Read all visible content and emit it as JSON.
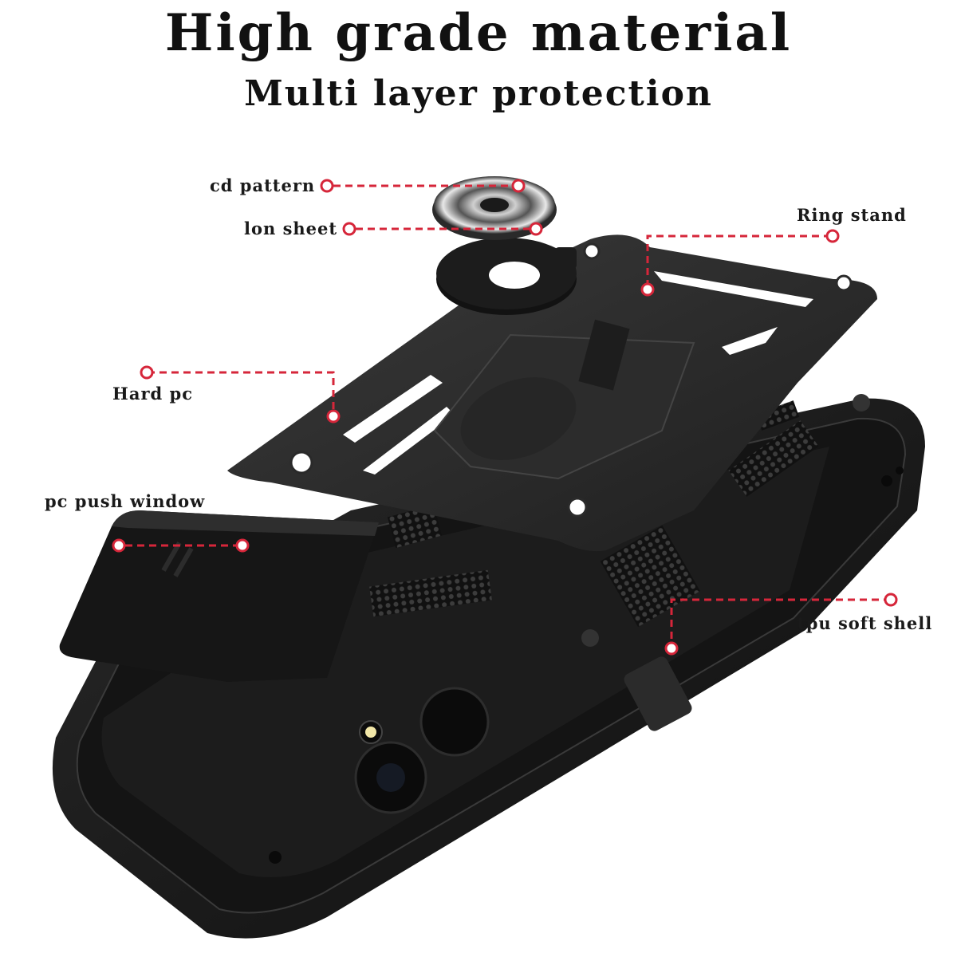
{
  "header": {
    "title": "High grade material",
    "subtitle": "Multi layer protection"
  },
  "callouts": {
    "cd_pattern": "cd pattern",
    "ion_sheet": "lon sheet",
    "ring_stand": "Ring stand",
    "hard_pc": "Hard pc",
    "pc_push_window": "pc push window",
    "tpu_soft_shell": "tpu soft shell"
  },
  "colors": {
    "accent": "#d6263a",
    "product": "#1b1b1b",
    "text": "#111111"
  }
}
